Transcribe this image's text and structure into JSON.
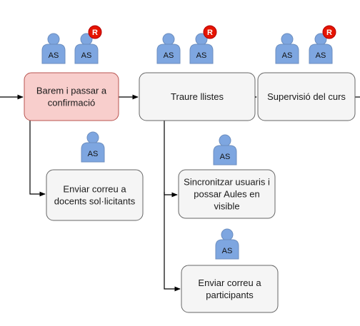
{
  "colors": {
    "highlight_fill": "#f8cecc",
    "highlight_stroke": "#b85450",
    "node_fill": "#f5f5f5",
    "node_stroke": "#666666",
    "actor_fill": "#7ea6e0",
    "actor_stroke": "#6c8ebf",
    "badge_fill": "#e51400",
    "edge": "#000000"
  },
  "actor_label": "AS",
  "badge_label": "R",
  "nodes": [
    {
      "id": "barem",
      "lines": [
        "Barem i passar a",
        "confirmació"
      ],
      "highlighted": true
    },
    {
      "id": "traure",
      "lines": [
        "Traure llistes"
      ],
      "highlighted": false
    },
    {
      "id": "supervisio",
      "lines": [
        "Supervisió del curs"
      ],
      "highlighted": false
    },
    {
      "id": "correu-docents",
      "lines": [
        "Enviar correu a",
        "docents sol·licitants"
      ],
      "highlighted": false
    },
    {
      "id": "sincronitzar",
      "lines": [
        "Sincronitzar usuaris i",
        "possar Aules en",
        "visible"
      ],
      "highlighted": false
    },
    {
      "id": "correu-participants",
      "lines": [
        "Enviar correu a",
        "participants"
      ],
      "highlighted": false
    }
  ],
  "actors": [
    {
      "node": "barem",
      "has_badge": false
    },
    {
      "node": "barem",
      "has_badge": true
    },
    {
      "node": "traure",
      "has_badge": false
    },
    {
      "node": "traure",
      "has_badge": true
    },
    {
      "node": "supervisio",
      "has_badge": false
    },
    {
      "node": "supervisio",
      "has_badge": true
    },
    {
      "node": "correu-docents",
      "has_badge": false
    },
    {
      "node": "sincronitzar",
      "has_badge": false
    },
    {
      "node": "correu-participants",
      "has_badge": false
    }
  ]
}
